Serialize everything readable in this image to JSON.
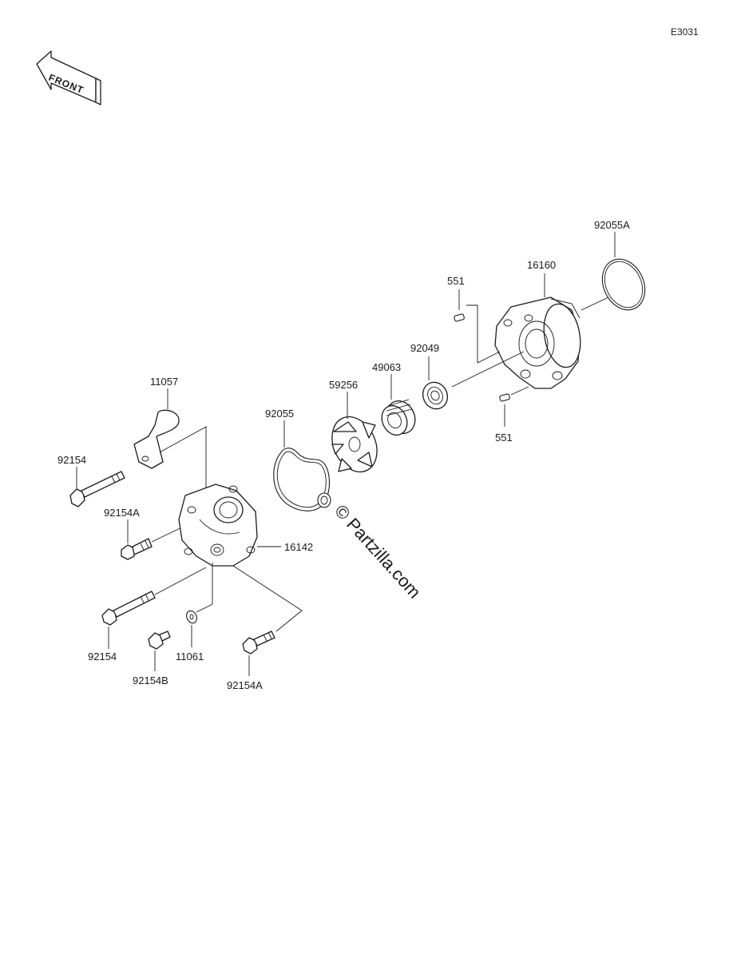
{
  "diagram_ref": "E3031",
  "front_label": "FRONT",
  "watermark": "© Partzilla.com",
  "parts": {
    "p92055A": "92055A",
    "p16160": "16160",
    "p551_top": "551",
    "p92049": "92049",
    "p49063": "49063",
    "p59256": "59256",
    "p551_bottom": "551",
    "p92055": "92055",
    "p11057": "11057",
    "p92154_top": "92154",
    "p92154A_top": "92154A",
    "p16142": "16142",
    "p92154_bottom": "92154",
    "p11061": "11061",
    "p92154B": "92154B",
    "p92154A_bottom": "92154A"
  }
}
